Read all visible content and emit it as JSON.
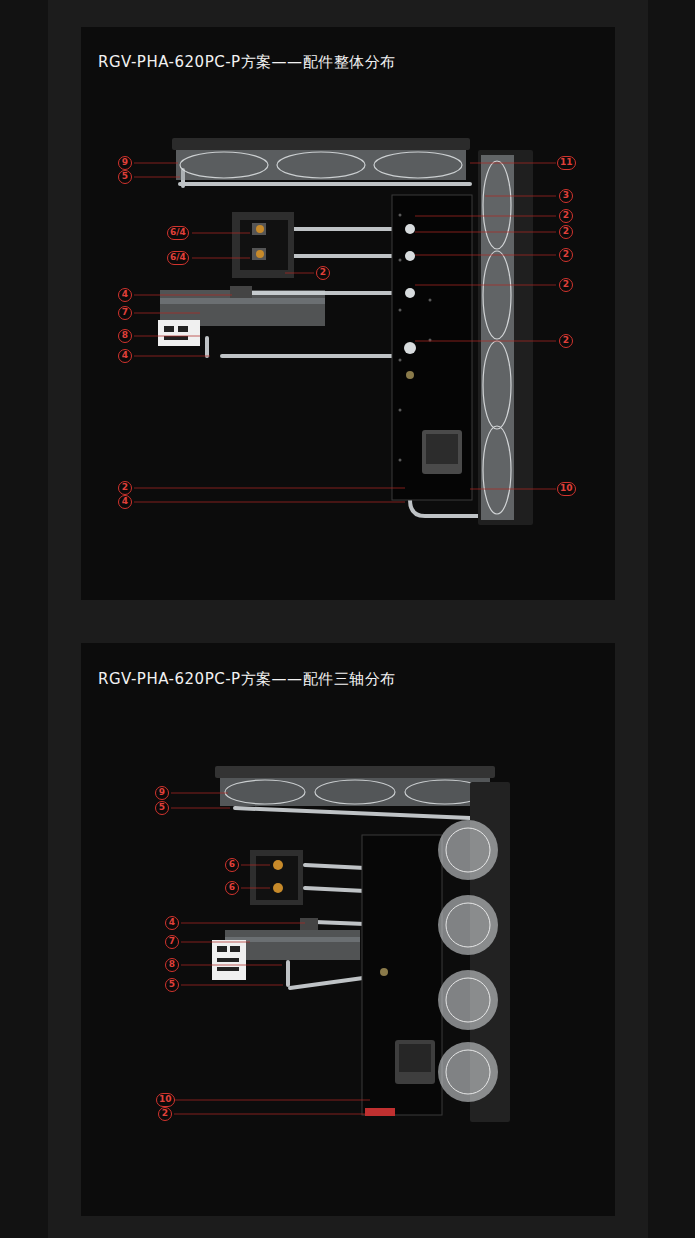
{
  "diagram": {
    "nodes": [
      {
        "text": [
          "RGV-PHA-620PC-P方案——配件整体分布"
        ]
      },
      {
        "text": [
          "RGV-PHA-620PC-P方案——配件三轴分布"
        ]
      }
    ],
    "labels": [
      "9",
      "11",
      "5",
      "3",
      "2",
      "2",
      "6/4",
      "2",
      "6/4",
      "2",
      "2",
      "4",
      "7",
      "8",
      "2",
      "4",
      "2",
      "10",
      "4",
      "9",
      "5",
      "6",
      "6",
      "4",
      "7",
      "8",
      "5",
      "10",
      "2"
    ]
  }
}
